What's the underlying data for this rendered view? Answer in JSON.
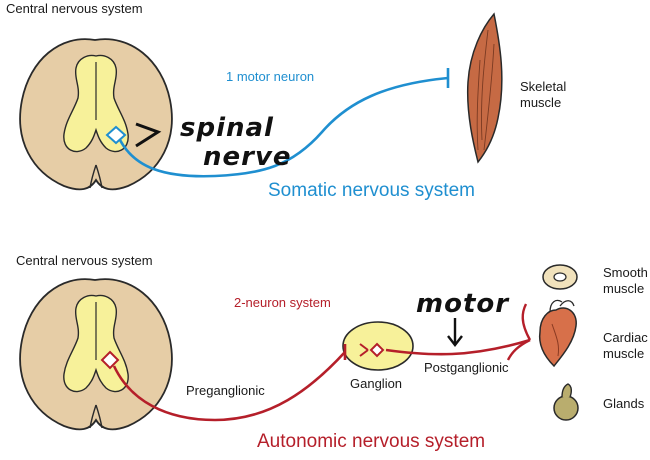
{
  "top": {
    "cns_label": "Central nervous system",
    "neuron_label": "1 motor neuron",
    "target_label": [
      "Skeletal",
      "muscle"
    ],
    "annotation": [
      "spinal",
      "nerve"
    ],
    "system_label": "Somatic nervous system",
    "color": "#1f8fd0"
  },
  "bottom": {
    "cns_label": "Central nervous system",
    "neuron_label": "2-neuron system",
    "preganglionic_label": "Preganglionic",
    "ganglion_label": "Ganglion",
    "postganglionic_label": "Postganglionic",
    "annotation": "motor",
    "targets": [
      {
        "label": [
          "Smooth",
          "muscle"
        ],
        "icon": "smooth-muscle-icon"
      },
      {
        "label": [
          "Cardiac",
          "muscle"
        ],
        "icon": "heart-icon"
      },
      {
        "label": [
          "Glands"
        ],
        "icon": "gland-icon"
      }
    ],
    "system_label": "Autonomic nervous system",
    "color": "#b51f2a"
  },
  "colors": {
    "spinal_cord": "#e6cda6",
    "gray_matter": "#f7f19a",
    "ganglion": "#f7f19a",
    "outline": "#2a2a2a"
  }
}
